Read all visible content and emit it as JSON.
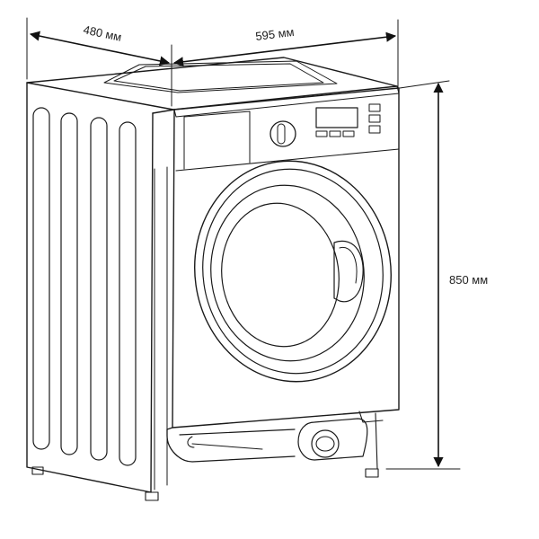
{
  "dimensions": {
    "depth": "480 мм",
    "width": "595 мм",
    "height": "850 мм"
  },
  "colors": {
    "line": "#1a1a1a",
    "background": "#ffffff",
    "dimension": "#111111"
  }
}
